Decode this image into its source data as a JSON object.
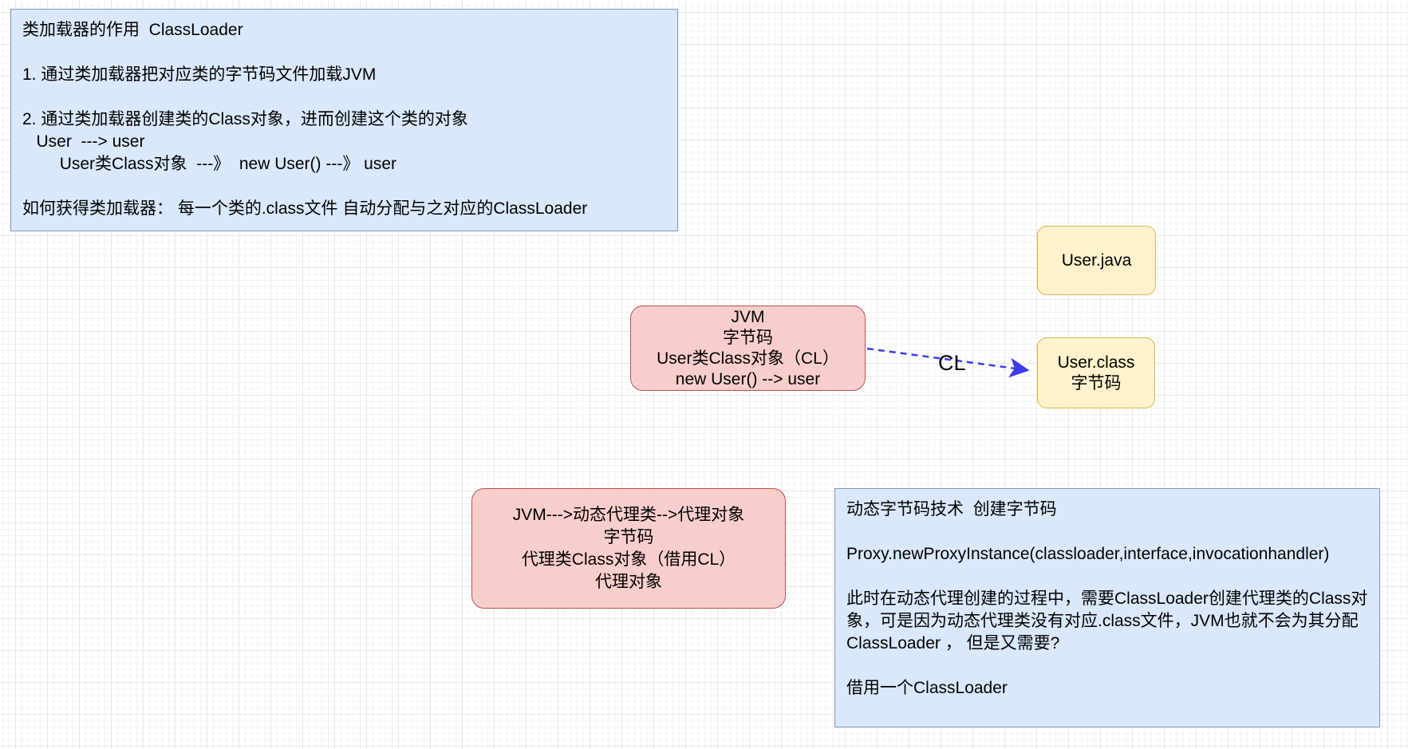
{
  "canvas": {
    "background": "#ffffff",
    "grid_minor_color": "#f4f4f4",
    "grid_major_color": "#e7e7e7"
  },
  "colors": {
    "note_fill": "#dae8fc",
    "note_border": "#8294b5",
    "pink_fill": "#f8cecc",
    "pink_border": "#b85450",
    "yellow_fill": "#fff2cc",
    "yellow_border": "#d6b656",
    "arrow_blue": "#3b3bec",
    "text": "#000000"
  },
  "note_classloader": {
    "lines": [
      "类加载器的作用  ClassLoader",
      "",
      "1. 通过类加载器把对应类的字节码文件加载JVM",
      "",
      "2. 通过类加载器创建类的Class对象，进而创建这个类的对象",
      "   User  ---> user",
      "        User类Class对象  ---》  new User() ---》 user",
      "",
      "如何获得类加载器： 每一个类的.class文件 自动分配与之对应的ClassLoader"
    ]
  },
  "box_user_java": {
    "label": "User.java"
  },
  "box_jvm": {
    "lines": [
      "JVM",
      "字节码",
      "User类Class对象（CL）",
      "new User() --> user"
    ]
  },
  "box_user_class": {
    "lines": [
      "User.class",
      "字节码"
    ]
  },
  "arrow_cl": {
    "label": "CL",
    "style": "dashed",
    "from": "box_jvm",
    "to": "box_user_class"
  },
  "box_proxy": {
    "lines": [
      "JVM--->动态代理类-->代理对象",
      "字节码",
      "代理类Class对象（借用CL）",
      "代理对象"
    ]
  },
  "note_dynamic_bytecode": {
    "lines": [
      "动态字节码技术  创建字节码",
      "",
      "Proxy.newProxyInstance(classloader,interface,invocationhandler)",
      "",
      "此时在动态代理创建的过程中，需要ClassLoader创建代理类的Class对象，可是因为动态代理类没有对应.class文件，JVM也就不会为其分配ClassLoader ， 但是又需要?",
      "",
      "借用一个ClassLoader"
    ]
  }
}
